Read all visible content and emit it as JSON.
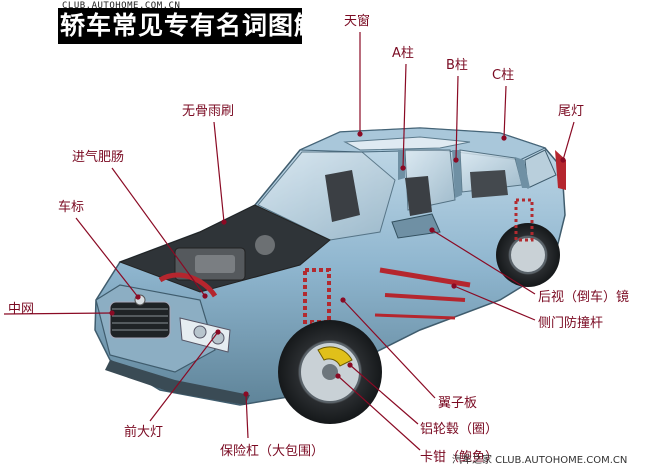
{
  "header": {
    "title": "轿车常见专有名词图解",
    "site": "CLUB.AUTOHOME.COM.CN"
  },
  "labels": {
    "sunroof": "天窗",
    "a_pillar": "A柱",
    "b_pillar": "B柱",
    "c_pillar": "C柱",
    "tail_light": "尾灯",
    "wiper": "无骨雨刷",
    "intake": "进气肥肠",
    "emblem": "车标",
    "grille": "中网",
    "mirror": "后视（倒车）镜",
    "side_beam": "侧门防撞杆",
    "fender": "翼子板",
    "rim": "铝轮毂（圈）",
    "headlight": "前大灯",
    "bumper": "保险杠（大包围）",
    "caliper": "卡钳（鲍鱼）"
  },
  "watermark": "汽车之家 CLUB.AUTOHOME.COM.CN",
  "colors": {
    "label": "#7a0a22",
    "leader": "#8a0a24",
    "car_body": "#8fb6cf",
    "car_dark": "#4f7389"
  }
}
